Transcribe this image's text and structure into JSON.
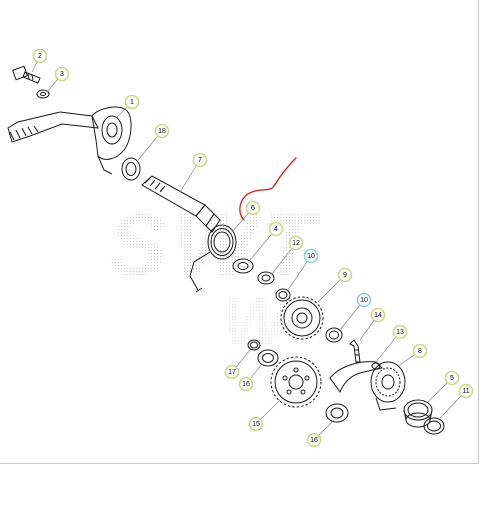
{
  "watermark": "SWT",
  "colors": {
    "line": "#1a1a1a",
    "leader": "#8a8a8a",
    "callout_fill": "#ffffff",
    "callout_stroke": "#cfd88a",
    "callout_stroke_highlight": "#8fd0e0",
    "annotation": "#d62020",
    "watermark": "#bbbbbb"
  },
  "callouts": [
    {
      "id": "c2",
      "label": "2",
      "highlight": false
    },
    {
      "id": "c3",
      "label": "3",
      "highlight": false
    },
    {
      "id": "c1",
      "label": "1",
      "highlight": false
    },
    {
      "id": "c18",
      "label": "18",
      "highlight": false
    },
    {
      "id": "c7",
      "label": "7",
      "highlight": false
    },
    {
      "id": "c6",
      "label": "6",
      "highlight": false
    },
    {
      "id": "c4",
      "label": "4",
      "highlight": false
    },
    {
      "id": "c12",
      "label": "12",
      "highlight": false
    },
    {
      "id": "c10a",
      "label": "10",
      "highlight": true
    },
    {
      "id": "c9",
      "label": "9",
      "highlight": false
    },
    {
      "id": "c10b",
      "label": "10",
      "highlight": true
    },
    {
      "id": "c14",
      "label": "14",
      "highlight": false
    },
    {
      "id": "c13",
      "label": "13",
      "highlight": false
    },
    {
      "id": "c8",
      "label": "8",
      "highlight": false
    },
    {
      "id": "c17",
      "label": "17",
      "highlight": false
    },
    {
      "id": "c16a",
      "label": "16",
      "highlight": false
    },
    {
      "id": "c5",
      "label": "5",
      "highlight": false
    },
    {
      "id": "c11",
      "label": "11",
      "highlight": false
    },
    {
      "id": "c15",
      "label": "15",
      "highlight": false
    },
    {
      "id": "c16b",
      "label": "16",
      "highlight": false
    }
  ]
}
